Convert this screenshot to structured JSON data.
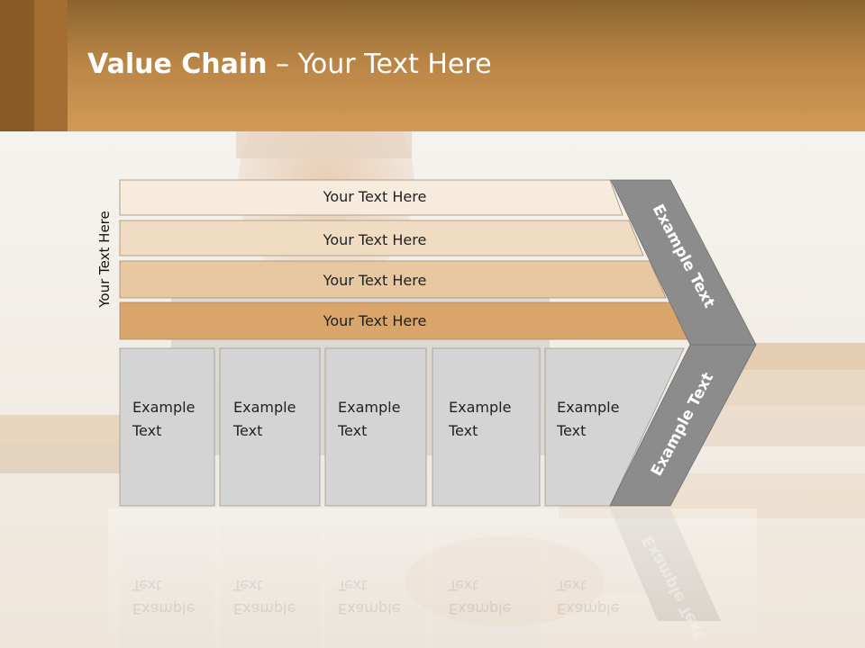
{
  "title": {
    "bold": "Value Chain",
    "rest": " – Your Text Here"
  },
  "diagram": {
    "side_label": "Your Text Here",
    "rows": [
      {
        "label": "Your Text Here",
        "color": "#f6ebdd"
      },
      {
        "label": "Your Text Here",
        "color": "#f0dcc3"
      },
      {
        "label": "Your Text Here",
        "color": "#e8c8a0"
      },
      {
        "label": "Your Text Here",
        "color": "#d9a56a"
      }
    ],
    "columns": [
      {
        "line1": "Example",
        "line2": "Text"
      },
      {
        "line1": "Example",
        "line2": "Text"
      },
      {
        "line1": "Example",
        "line2": "Text"
      },
      {
        "line1": "Example",
        "line2": "Text"
      },
      {
        "line1": "Example",
        "line2": "Text"
      }
    ],
    "arrow_upper": "Example Text",
    "arrow_lower": "Example Text",
    "colors": {
      "column_fill": "#d4d4d4",
      "arrow_fill": "#8c8c8c",
      "header": "#c48a47"
    }
  }
}
